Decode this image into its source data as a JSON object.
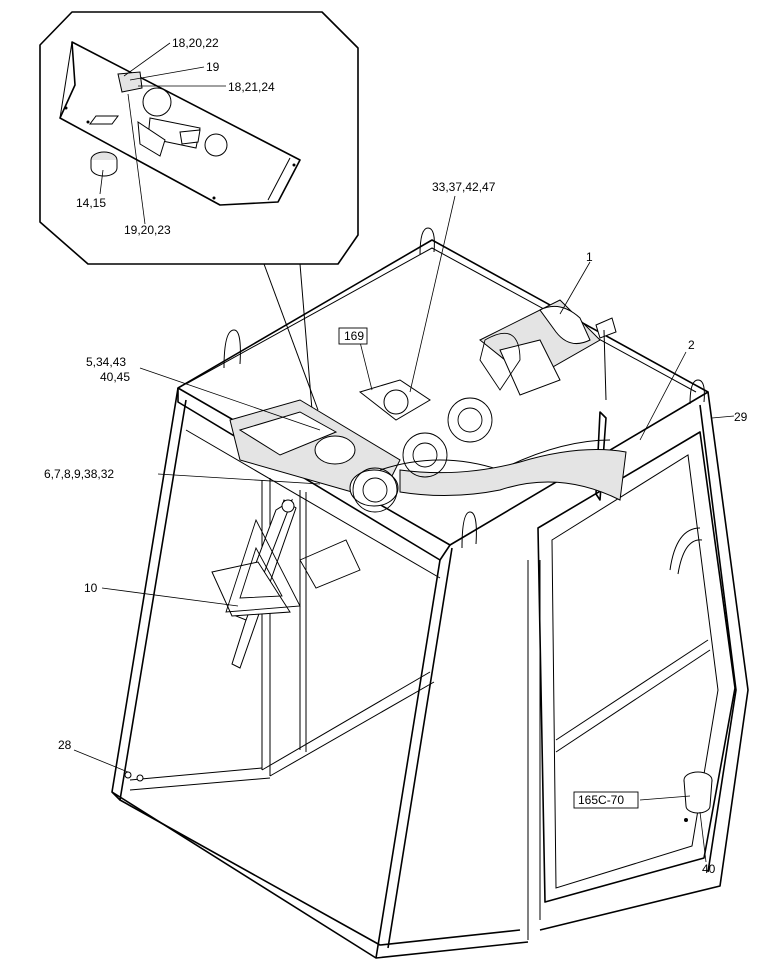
{
  "callouts": {
    "c_18_20_22": "18,20,22",
    "c_19": "19",
    "c_18_21_24": "18,21,24",
    "c_14_15": "14,15",
    "c_19_20_23": "19,20,23",
    "c_33_37_42_47": "33,37,42,47",
    "c_1": "1",
    "c_2": "2",
    "c_29": "29",
    "c_5_34_43": "5,34,43",
    "c_40_45": "40,45",
    "c_6_7_8": "6,7,8,9,38,32",
    "c_10": "10",
    "c_28": "28",
    "c_40": "40"
  },
  "references": {
    "r_169": "169",
    "r_165c70": "165C-70"
  }
}
